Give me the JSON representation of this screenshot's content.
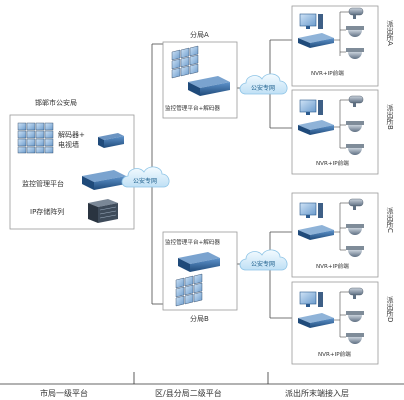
{
  "city_bureau": {
    "title": "邯郸市公安局",
    "decoder_label": "解码器+",
    "tv_wall_label": "电视墙",
    "mgmt_platform_label": "监控管理平台",
    "ip_storage_label": "IP存储阵列"
  },
  "branch_a": {
    "title": "分局A",
    "platform_label": "监控管理平台+解码器"
  },
  "branch_b": {
    "title": "分局B",
    "platform_label": "监控管理平台+解码器"
  },
  "clouds": {
    "center": "公安专网",
    "branch_a": "公安专网",
    "branch_b": "公安专网"
  },
  "stations": [
    {
      "side_label": "派出所A",
      "device_label": "NVR+IP前端"
    },
    {
      "side_label": "派出所B",
      "device_label": "NVR+IP前端"
    },
    {
      "side_label": "派出所C",
      "device_label": "NVR+IP前端"
    },
    {
      "side_label": "派出所D",
      "device_label": "NVR+IP前端"
    }
  ],
  "tiers": {
    "city": "市局一级平台",
    "district": "区/县分局二级平台",
    "station": "派出所末端接入层"
  },
  "colors": {
    "line": "#4a4a4a",
    "box_border": "#9a9a9a",
    "device_blue": "#2b5a8e",
    "device_light": "#4a7fb8",
    "cloud": "#dff0fb"
  }
}
